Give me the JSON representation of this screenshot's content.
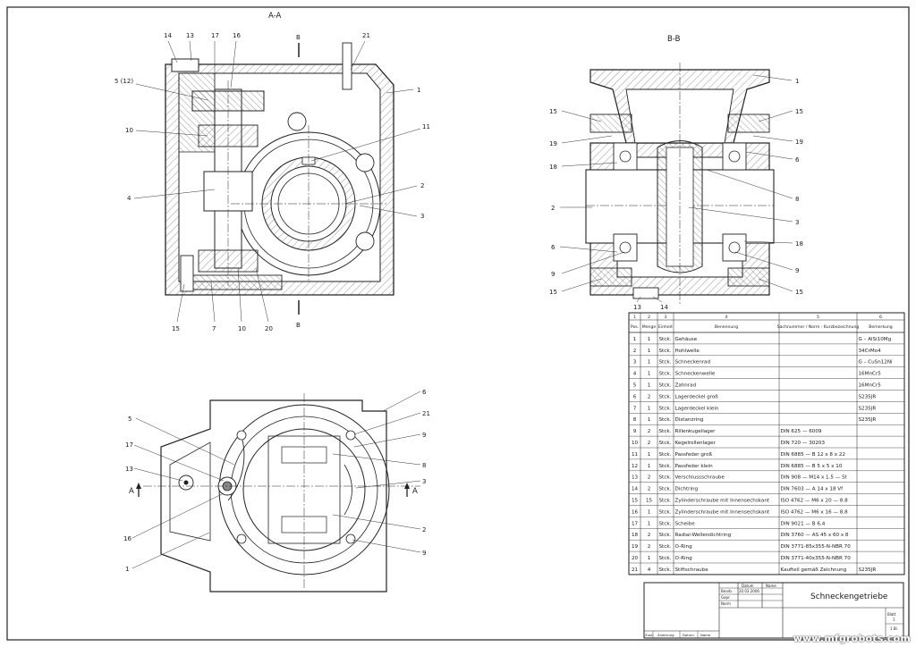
{
  "drawing": {
    "views": {
      "section_aa": "A-A",
      "section_bb": "B-B",
      "cut_b_top": "B",
      "cut_b_bottom": "B",
      "cut_a_left": "A",
      "cut_a_right": "A"
    },
    "callouts_aa": [
      "14",
      "13",
      "17",
      "16",
      "21",
      "1",
      "5 (12)",
      "10",
      "11",
      "4",
      "2",
      "3",
      "15",
      "7",
      "10",
      "20"
    ],
    "callouts_bb": [
      "1",
      "15",
      "15",
      "19",
      "19",
      "6",
      "18",
      "2",
      "8",
      "3",
      "6",
      "18",
      "9",
      "9",
      "15",
      "15",
      "13",
      "14"
    ],
    "callouts_plan": [
      "6",
      "21",
      "9",
      "5",
      "8",
      "17",
      "13",
      "3",
      "2",
      "16",
      "9",
      "1"
    ]
  },
  "bom": {
    "col_numbers": [
      "1",
      "2",
      "3",
      "4",
      "5",
      "6"
    ],
    "headers": [
      "Pos.",
      "Menge",
      "Einheit",
      "Benennung",
      "Sachnummer / Norm - Kurzbezeichnung",
      "Bemerkung"
    ],
    "rows": [
      [
        "1",
        "1",
        "Stck.",
        "Gehäuse",
        "",
        "G – AlSi10Mg"
      ],
      [
        "2",
        "1",
        "Stck.",
        "Hohlwelle",
        "",
        "34CrMo4"
      ],
      [
        "3",
        "1",
        "Stck.",
        "Schneckenrad",
        "",
        "G – CuSn12Ni"
      ],
      [
        "4",
        "1",
        "Stck.",
        "Schneckenwelle",
        "",
        "16MnCr5"
      ],
      [
        "5",
        "1",
        "Stck.",
        "Zahnrad",
        "",
        "16MnCr5"
      ],
      [
        "6",
        "2",
        "Stck.",
        "Lagerdeckel groß",
        "",
        "S235JR"
      ],
      [
        "7",
        "1",
        "Stck.",
        "Lagerdeckel klein",
        "",
        "S235JR"
      ],
      [
        "8",
        "1",
        "Stck.",
        "Distanzring",
        "",
        "S235JR"
      ],
      [
        "9",
        "2",
        "Stck.",
        "Rillenkugellager",
        "DIN 625 — 6009",
        ""
      ],
      [
        "10",
        "2",
        "Stck.",
        "Kegelrollenlager",
        "DIN 720 — 30203",
        ""
      ],
      [
        "11",
        "1",
        "Stck.",
        "Passfeder groß",
        "DIN 6885 — B 12 x 8 x 22",
        ""
      ],
      [
        "12",
        "1",
        "Stck.",
        "Passfeder klein",
        "DIN 6885 — B 5 x 5 x 10",
        ""
      ],
      [
        "13",
        "2",
        "Stck.",
        "Verschlussschraube",
        "DIN 908 — M14 x 1.5 — St",
        ""
      ],
      [
        "14",
        "2",
        "Stck.",
        "Dichtring",
        "DIN 7603 — A 14 x 18 Vf",
        ""
      ],
      [
        "15",
        "15",
        "Stck.",
        "Zylinderschraube mit Innensechskant",
        "ISO 4762 — M6 x 20 — 8.8",
        ""
      ],
      [
        "16",
        "1",
        "Stck.",
        "Zylinderschraube mit Innensechskant",
        "ISO 4762 — M6 x 16 — 8.8",
        ""
      ],
      [
        "17",
        "1",
        "Stck.",
        "Scheibe",
        "DIN 9021 — B 6,4",
        ""
      ],
      [
        "18",
        "2",
        "Stck.",
        "Radial-Wellendichtring",
        "DIN 3760 — AS 45 x 60 x 8",
        ""
      ],
      [
        "19",
        "2",
        "Stck.",
        "O-Ring",
        "DIN 3771-85x355-N-NBR 70",
        ""
      ],
      [
        "20",
        "1",
        "Stck.",
        "O-Ring",
        "DIN 3771-40x355-N-NBR 70",
        ""
      ],
      [
        "21",
        "4",
        "Stck.",
        "Stiftschraube",
        "Kaufteil gemäß Zeichnung",
        "S235JR"
      ]
    ]
  },
  "title_block": {
    "title": "Schneckengetriebe",
    "datum_label": "Datum",
    "name_label": "Name",
    "bearb_label": "Bearb.",
    "gepr_label": "Gepr.",
    "norm_label": "Norm",
    "date": "20.03.2006",
    "blatt_label": "Blatt",
    "blatt_value": "1",
    "bl_label": "1 Bl.",
    "zust_label": "Zust.",
    "aenderung_label": "Änderung",
    "datum2_label": "Datum",
    "name2_label": "Name"
  },
  "watermark": "www.mfgrobots.com"
}
